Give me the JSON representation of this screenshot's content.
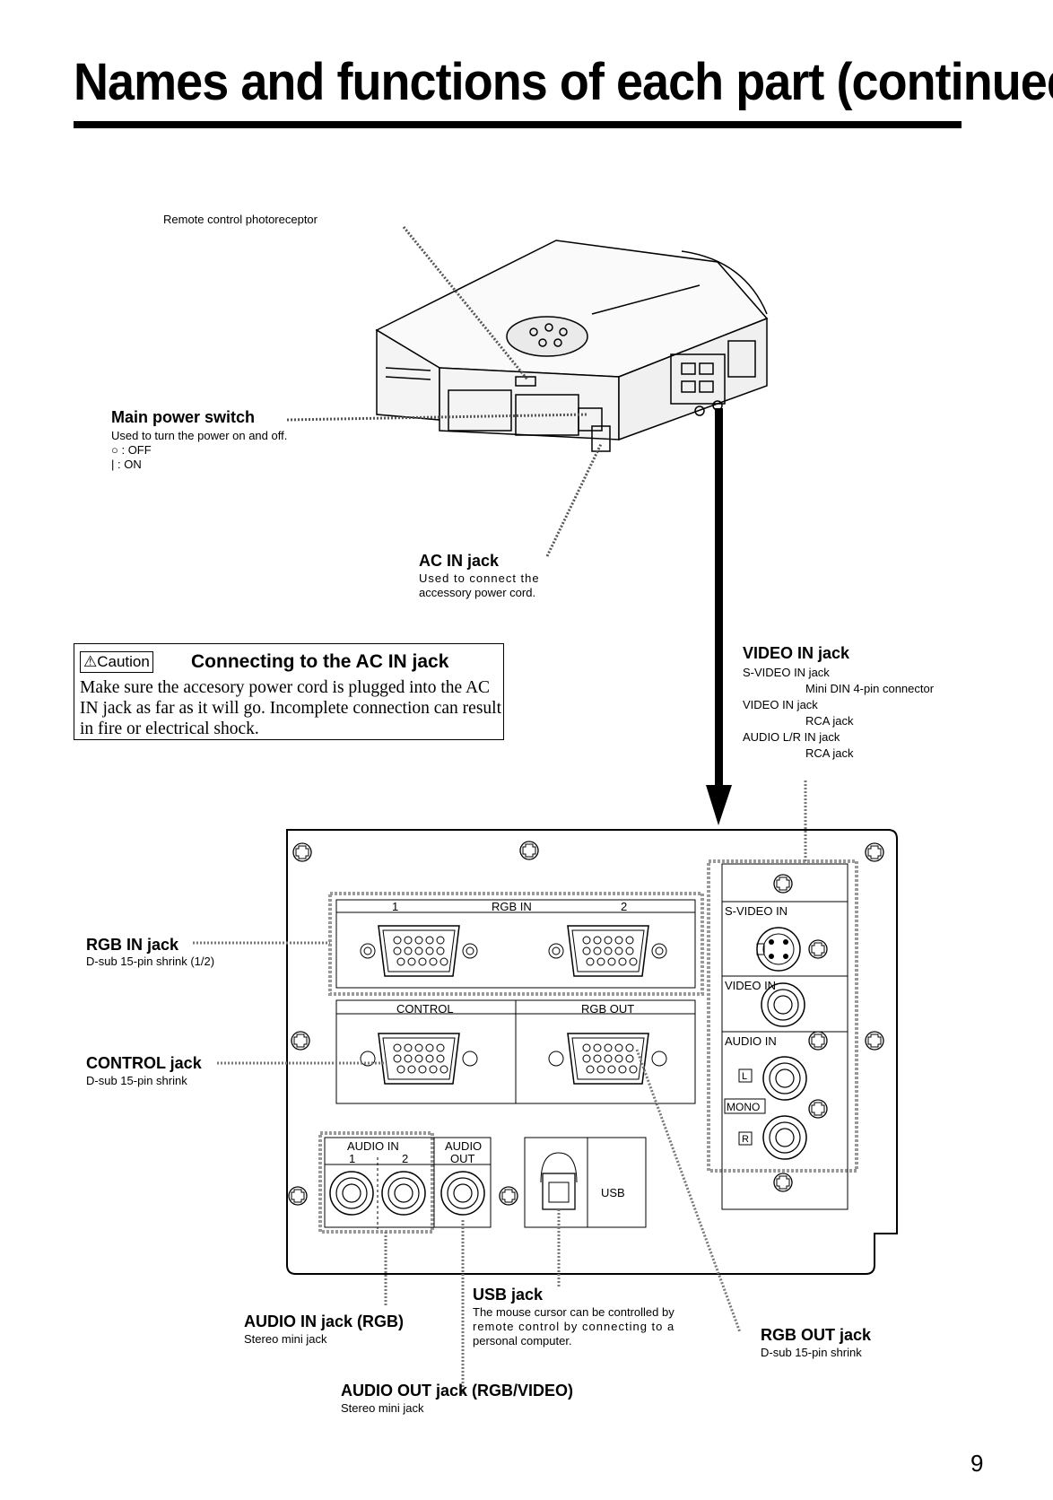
{
  "page": {
    "title": "Names and functions of each part (continued)",
    "page_number": "9"
  },
  "projector": {
    "remote_label": "Remote control photoreceptor",
    "power_switch": {
      "title": "Main power switch",
      "desc": "Used to turn the power on and off.",
      "off": "○ : OFF",
      "on": "| : ON"
    },
    "ac_in": {
      "title": "AC IN jack",
      "desc1": "Used to connect the",
      "desc2": "accessory power cord."
    }
  },
  "caution": {
    "tag": "⚠Caution",
    "heading": "Connecting to the AC IN jack",
    "text": "Make sure the accesory power cord is plugged into the AC IN jack as far as it will go. Incomplete connection can result in fire or electrical shock."
  },
  "video_in": {
    "title": "VIDEO IN jack",
    "lines": [
      "S-VIDEO IN jack",
      "Mini DIN 4-pin connector",
      "VIDEO IN jack",
      "RCA jack",
      "AUDIO L/R IN jack",
      "RCA jack"
    ]
  },
  "panel": {
    "rgb_in_header": "RGB IN",
    "rgb_in_1": "1",
    "rgb_in_2": "2",
    "control": "CONTROL",
    "rgb_out": "RGB OUT",
    "audio_in": "AUDIO IN",
    "audio_in_1": "1",
    "audio_in_2": "2",
    "audio": "AUDIO",
    "out": "OUT",
    "usb": "USB",
    "s_video_in": "S-VIDEO IN",
    "video_in": "VIDEO IN",
    "audio_in_right": "AUDIO IN",
    "l": "L",
    "mono": "MONO",
    "r": "R"
  },
  "callouts": {
    "rgb_in": {
      "title": "RGB IN jack",
      "desc": "D-sub 15-pin shrink (1/2)"
    },
    "control": {
      "title": "CONTROL jack",
      "desc": "D-sub 15-pin shrink"
    },
    "audio_in": {
      "title": "AUDIO IN jack (RGB)",
      "desc": "Stereo mini jack"
    },
    "usb": {
      "title": "USB jack",
      "desc1": "The mouse cursor can be controlled by",
      "desc2": "remote control by connecting to a",
      "desc3": "personal computer."
    },
    "rgb_out": {
      "title": "RGB OUT jack",
      "desc": "D-sub 15-pin shrink"
    },
    "audio_out": {
      "title": "AUDIO OUT jack (RGB/VIDEO)",
      "desc": "Stereo mini jack"
    }
  }
}
